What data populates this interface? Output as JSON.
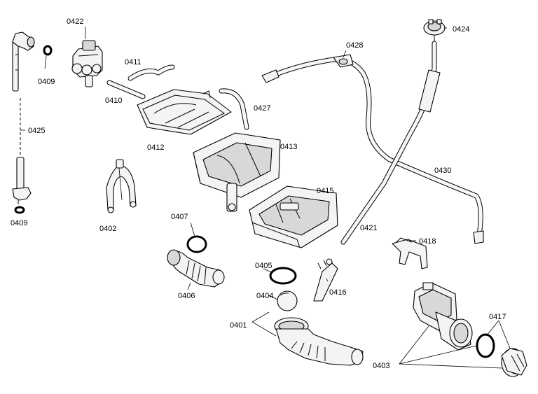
{
  "labels": {
    "p0401": "0401",
    "p0402": "0402",
    "p0403": "0403",
    "p0404": "0404",
    "p0405": "0405",
    "p0406": "0406",
    "p0407": "0407",
    "p0409_top": "0409",
    "p0409_bottom": "0409",
    "p0410": "0410",
    "p0411": "0411",
    "p0412": "0412",
    "p0413": "0413",
    "p0415": "0415",
    "p0416": "0416",
    "p0417": "0417",
    "p0418": "0418",
    "p0421": "0421",
    "p0422": "0422",
    "p0424": "0424",
    "p0425": "0425",
    "p0427": "0427",
    "p0428": "0428",
    "p0430": "0430"
  }
}
